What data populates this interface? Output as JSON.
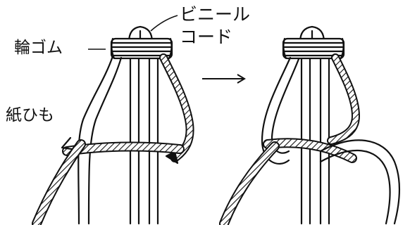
{
  "labels": {
    "vinyl_cord_line1": "ビニール",
    "vinyl_cord_line2": "コード",
    "rubber_band": "輪ゴム",
    "paper_string": "紙ひも"
  },
  "icons": {
    "step_arrow": "right-arrow-icon"
  },
  "colors": {
    "ink": "#111111",
    "background": "#ffffff"
  }
}
